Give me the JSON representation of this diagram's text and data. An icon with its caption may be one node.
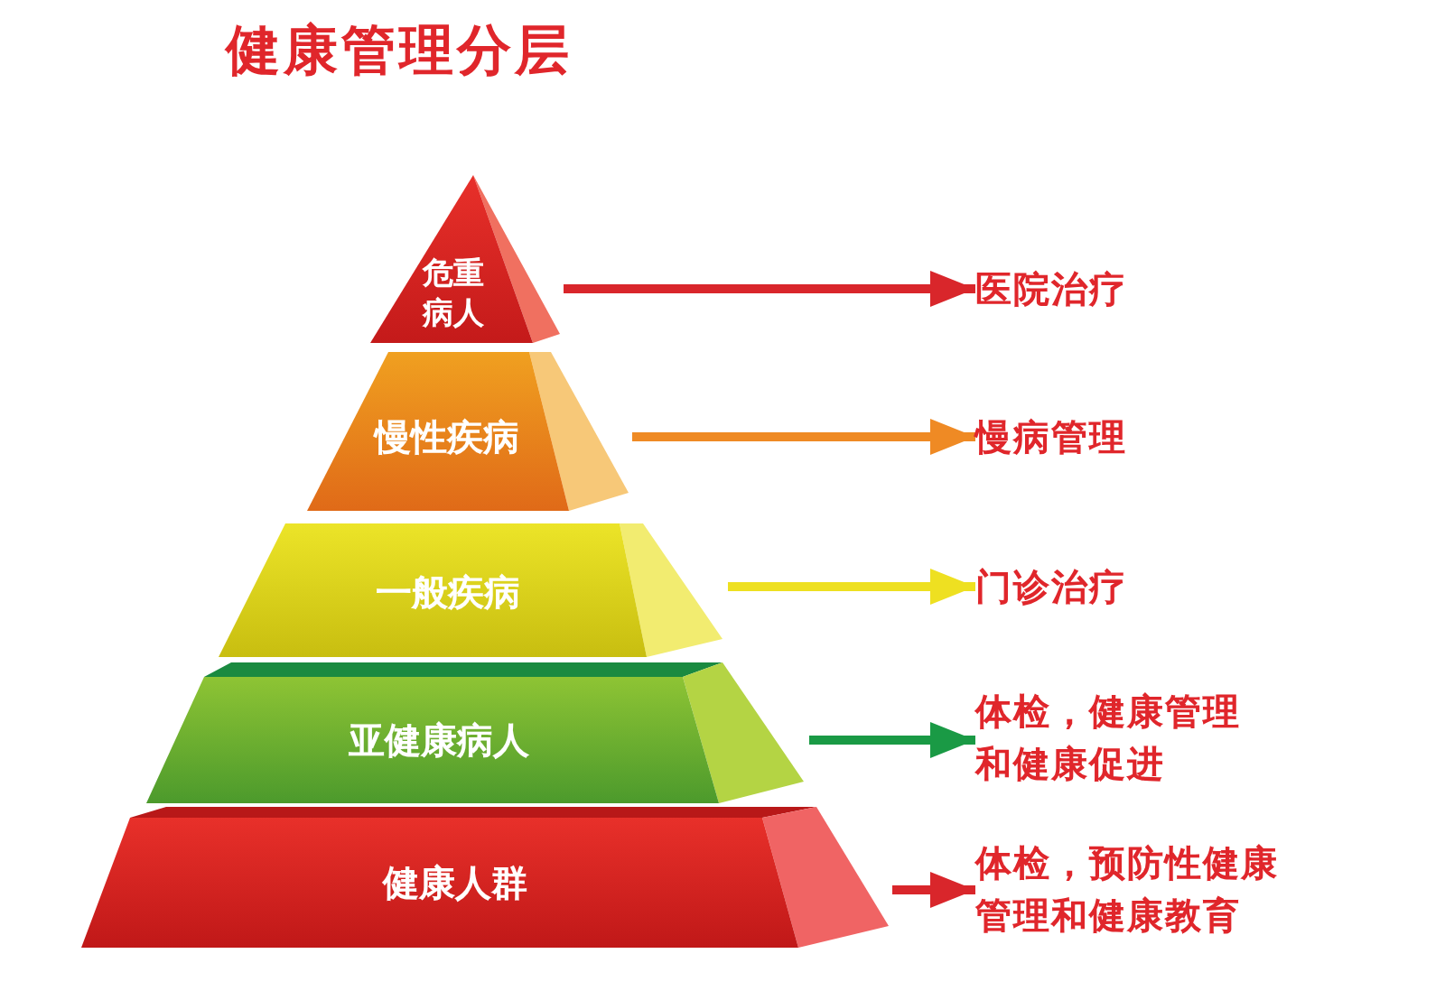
{
  "diagram": {
    "title": "健康管理分层",
    "nodes": [
      {
        "text": [
          "危重病人"
        ]
      },
      {
        "text": [
          "慢性疾病"
        ]
      },
      {
        "text": [
          "一般疾病"
        ]
      },
      {
        "text": [
          "亚健康病人"
        ]
      },
      {
        "text": [
          "健康人群"
        ]
      },
      {
        "text": [
          "医院治疗"
        ]
      },
      {
        "text": [
          "慢病管理"
        ]
      },
      {
        "text": [
          "门诊治疗"
        ]
      },
      {
        "text": [
          "体检，健康管理和健康促进"
        ]
      },
      {
        "text": [
          "体检，预防性健康管理和健康教育"
        ]
      }
    ],
    "edges": [
      {
        "from": 0,
        "to": 5,
        "arrow": "to",
        "color": "#d9262b"
      },
      {
        "from": 1,
        "to": 6,
        "arrow": "to",
        "color": "#ef8a24"
      },
      {
        "from": 2,
        "to": 7,
        "arrow": "to",
        "color": "#eee021"
      },
      {
        "from": 3,
        "to": 8,
        "arrow": "to",
        "color": "#1a9a45"
      },
      {
        "from": 4,
        "to": 9,
        "arrow": "to",
        "color": "#d9262b"
      }
    ]
  }
}
